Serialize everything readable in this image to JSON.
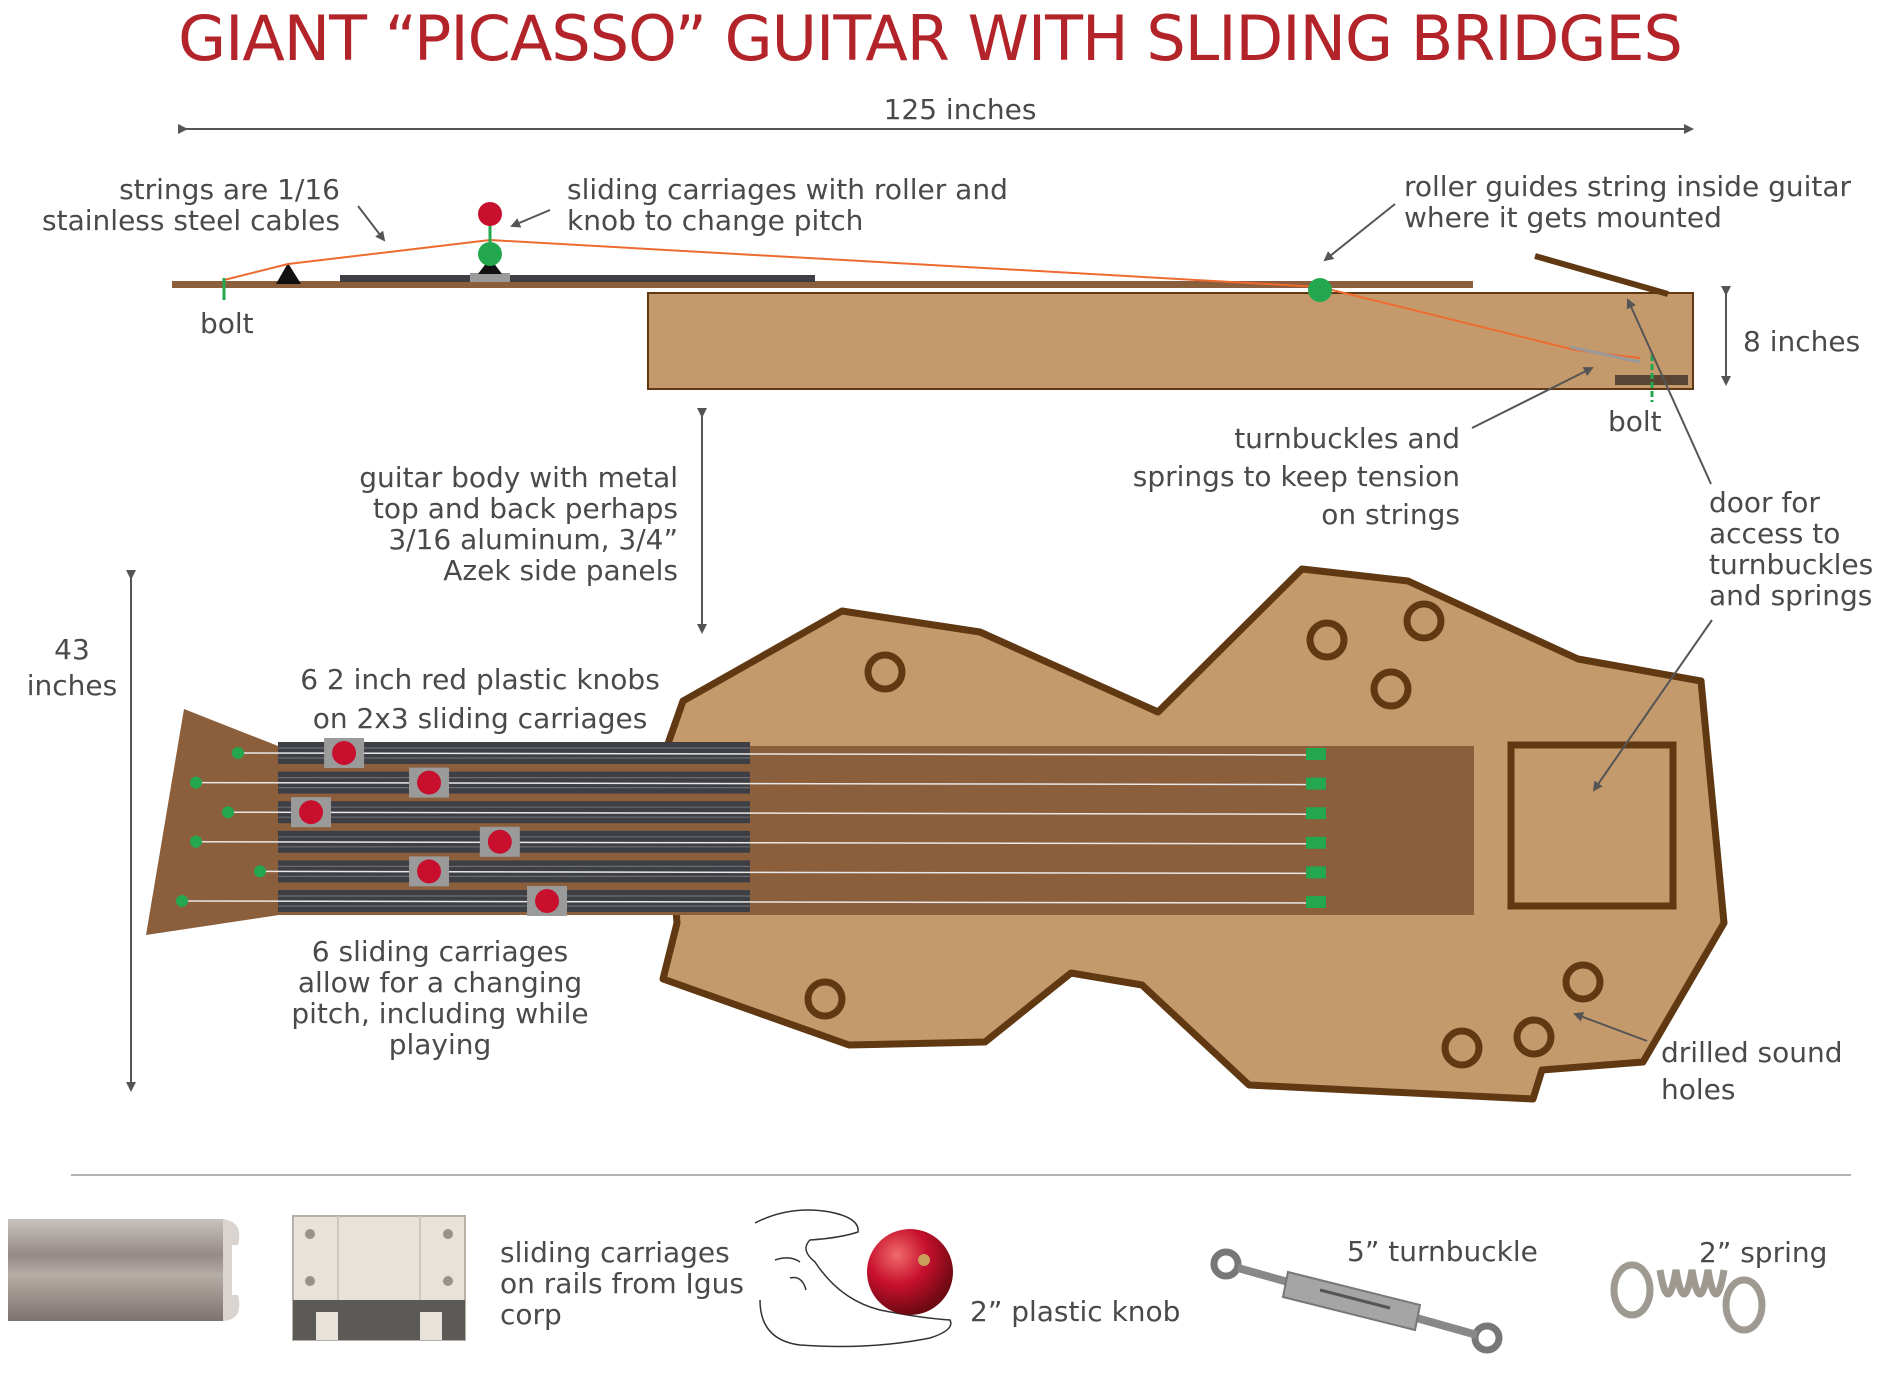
{
  "title": "GIANT “PICASSO” GUITAR WITH SLIDING BRIDGES",
  "dimensions": {
    "length": "125 inches",
    "height": "8 inches",
    "width_line1": "43",
    "width_line2": "inches"
  },
  "side_view": {
    "strings_note": [
      "strings are 1/16",
      "stainless steel cables"
    ],
    "carriage_note": [
      "sliding carriages with roller and",
      "knob to change pitch"
    ],
    "roller_note": [
      "roller guides string inside guitar",
      "where it gets mounted"
    ],
    "bolt_left": "bolt",
    "bolt_right": "bolt",
    "turnbuckle_note": [
      "turnbuckles and",
      "springs to keep tension",
      "on strings"
    ],
    "door_note": [
      "door for",
      "access to",
      "turnbuckles",
      "and springs"
    ]
  },
  "top_view": {
    "body_note": [
      "guitar body with metal",
      "top and back perhaps",
      "3/16 aluminum, 3/4”",
      "Azek side panels"
    ],
    "knobs_note": [
      "6  2 inch red plastic knobs",
      "on 2x3 sliding carriages"
    ],
    "carriages_note": [
      "6 sliding carriages",
      "allow for a changing",
      "pitch, including while",
      "playing"
    ],
    "sound_holes_note": [
      "drilled sound",
      "holes"
    ],
    "string_count": 6,
    "knob_positions": [
      0.14,
      0.32,
      0.07,
      0.47,
      0.32,
      0.57
    ]
  },
  "parts": {
    "carriages": [
      "sliding carriages",
      "on rails from Igus",
      "corp"
    ],
    "knob": "2” plastic knob",
    "turnbuckle": "5” turnbuckle",
    "spring": "2” spring"
  },
  "colors": {
    "title": "#b3232a",
    "body_fill": "#c49a6c",
    "body_outline": "#603913",
    "neck": "#8b5e3c",
    "fretboard": "#3d3f45",
    "string_orange": "#ee6b2f",
    "knob_red": "#c8102e",
    "green": "#23a84f",
    "text": "#4a4a4a"
  }
}
